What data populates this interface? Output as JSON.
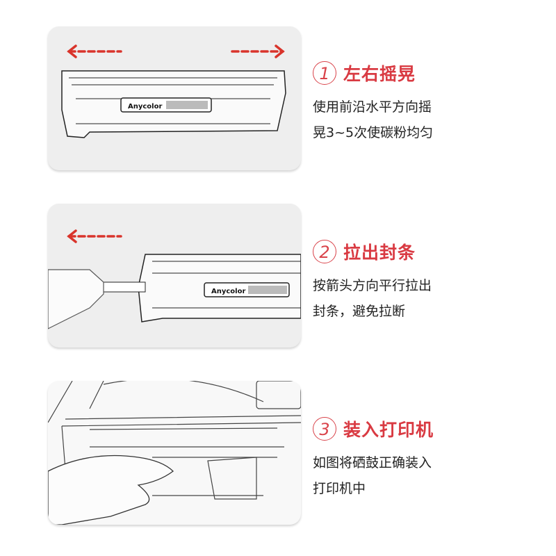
{
  "colors": {
    "accent": "#d93a42",
    "card_bg": "#eeeeee",
    "text": "#222222"
  },
  "steps": [
    {
      "number": "1",
      "title": "左右摇晃",
      "desc_lines": [
        "使用前沿水平方向摇",
        "晃3~5次使碳粉均匀"
      ],
      "image": {
        "description": "toner cartridge with left and right arrows",
        "brand": "Anycolor",
        "arrows": [
          "arrow-left",
          "arrow-right"
        ]
      }
    },
    {
      "number": "2",
      "title": "拉出封条",
      "desc_lines": [
        "按箭头方向平行拉出",
        "封条，避免拉断"
      ],
      "image": {
        "description": "hand pulling seal strip from toner cartridge",
        "brand": "Anycolor",
        "arrows": [
          "arrow-left"
        ]
      }
    },
    {
      "number": "3",
      "title": "装入打印机",
      "desc_lines": [
        "如图将硒鼓正确装入",
        "打印机中"
      ],
      "image": {
        "description": "hand inserting cartridge into printer"
      }
    }
  ]
}
